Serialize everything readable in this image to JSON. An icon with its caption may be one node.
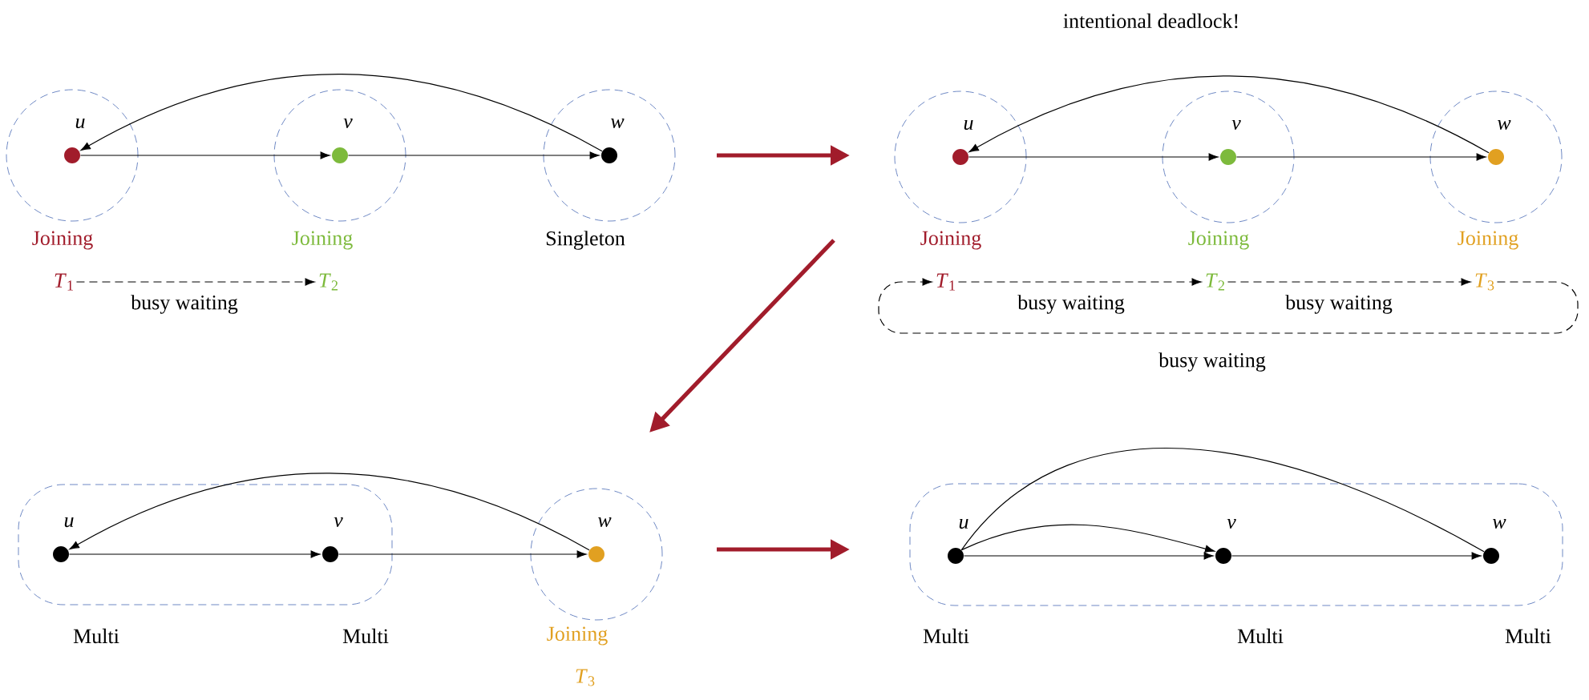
{
  "diagram": {
    "nodes": [
      {
        "text": [],
        "shape": "circle"
      },
      {
        "text": [],
        "shape": "circle",
        "in": 0,
        "beside": [
          "u"
        ]
      },
      {
        "text": [],
        "shape": "circle"
      },
      {
        "text": [],
        "shape": "circle",
        "in": 2,
        "beside": [
          "v"
        ]
      },
      {
        "text": [],
        "shape": "circle"
      },
      {
        "text": [],
        "shape": "circle",
        "in": 4,
        "beside": [
          "w"
        ]
      },
      {
        "text": [
          "*T*$_{1}$"
        ]
      },
      {
        "text": [
          "*T*$_{2}$"
        ]
      },
      {
        "text": [],
        "shape": "circle"
      },
      {
        "text": [],
        "shape": "circle",
        "in": 8,
        "beside": [
          "u"
        ]
      },
      {
        "text": [],
        "shape": "circle"
      },
      {
        "text": [],
        "shape": "circle",
        "in": 10,
        "beside": [
          "v"
        ]
      },
      {
        "text": [],
        "shape": "circle"
      },
      {
        "text": [],
        "shape": "circle",
        "in": 12,
        "beside": [
          "w"
        ]
      },
      {
        "text": [
          "*T*$_{1}$"
        ]
      },
      {
        "text": [
          "*T*$_{2}$"
        ]
      },
      {
        "text": [
          "*T*$_{3}$"
        ]
      },
      {
        "text": [],
        "shape": "box"
      },
      {
        "text": [],
        "shape": "circle",
        "in": 17,
        "beside": [
          "u"
        ]
      },
      {
        "text": [],
        "shape": "circle",
        "in": 17,
        "beside": [
          "v"
        ]
      },
      {
        "text": [],
        "shape": "circle"
      },
      {
        "text": [],
        "shape": "circle",
        "in": 20,
        "beside": [
          "w"
        ]
      },
      {
        "text": [],
        "shape": "box"
      },
      {
        "text": [],
        "shape": "circle",
        "in": 22,
        "beside": [
          "u"
        ]
      },
      {
        "text": [],
        "shape": "circle",
        "in": 22,
        "beside": [
          "v"
        ]
      },
      {
        "text": [],
        "shape": "circle",
        "in": 22,
        "beside": [
          "w"
        ]
      }
    ],
    "edges": [
      {
        "from": 1,
        "to": 3,
        "arrow": "to"
      },
      {
        "from": 3,
        "to": 5,
        "arrow": "to"
      },
      {
        "from": 5,
        "to": 1,
        "arrow": "to"
      },
      {
        "from": 6,
        "to": 7,
        "arrow": "to",
        "style": "dashed",
        "label": "busy waiting"
      },
      {
        "from": 9,
        "to": 11,
        "arrow": "to"
      },
      {
        "from": 11,
        "to": 13,
        "arrow": "to"
      },
      {
        "from": 13,
        "to": 9,
        "arrow": "to"
      },
      {
        "from": 14,
        "to": 15,
        "arrow": "to",
        "style": "dashed",
        "label": "busy waiting"
      },
      {
        "from": 15,
        "to": 16,
        "arrow": "to",
        "style": "dashed",
        "label": "busy waiting"
      },
      {
        "from": 16,
        "to": 14,
        "arrow": "to",
        "style": "dashed",
        "label": "busy waiting"
      },
      {
        "from": 18,
        "to": 19,
        "arrow": "to"
      },
      {
        "from": 19,
        "to": 21,
        "arrow": "to"
      },
      {
        "from": 21,
        "to": 18,
        "arrow": "to"
      },
      {
        "from": 23,
        "to": 24,
        "arrow": "to"
      },
      {
        "from": 24,
        "to": 25,
        "arrow": "to"
      },
      {
        "from": 23,
        "to": 24,
        "arrow": "to"
      },
      {
        "from": 23,
        "to": 25,
        "arrow": "none"
      }
    ],
    "labels": [
      "intentional deadlock!",
      "Joining",
      "Joining",
      "Singleton",
      "Joining",
      "Joining",
      "Joining",
      "Multi",
      "Multi",
      "Joining",
      "Multi",
      "Multi",
      "Multi",
      "*T*$_{3}$"
    ]
  }
}
